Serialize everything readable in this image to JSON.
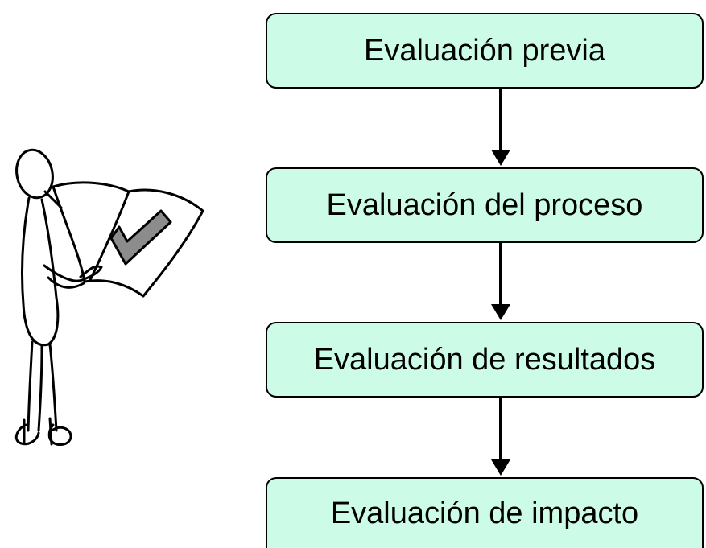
{
  "diagram": {
    "steps": [
      {
        "label": "Evaluación previa"
      },
      {
        "label": "Evaluación del proceso"
      },
      {
        "label": "Evaluación de resultados"
      },
      {
        "label": "Evaluación de impacto"
      }
    ],
    "colors": {
      "box_fill": "#ccfce8",
      "box_border": "#000000",
      "arrow": "#000000",
      "checkmark": "#8c8c8c"
    },
    "illustration": "stick-figure-reading-document-with-checkmark"
  }
}
